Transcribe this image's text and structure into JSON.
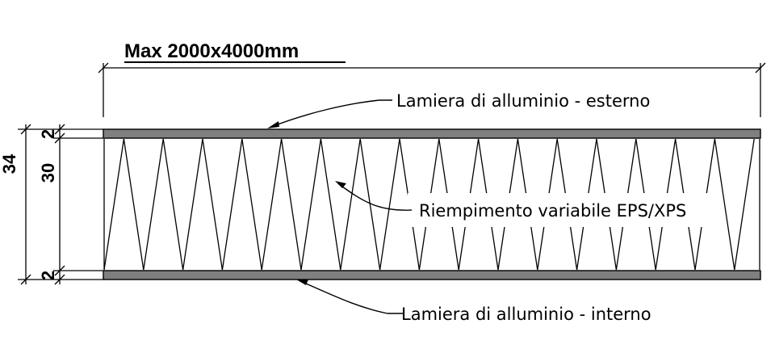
{
  "title": "Max 2000x4000mm",
  "labels": {
    "top_sheet": "Lamiera di alluminio - esterno",
    "filling": "Riempimento variabile EPS/XPS",
    "bottom_sheet": "Lamiera di alluminio - interno"
  },
  "dimensions": {
    "total": "34",
    "core": "30",
    "top_skin": "2",
    "bottom_skin": "2"
  },
  "colors": {
    "sheet_fill": "#7f7f7f",
    "line": "#000000",
    "background": "#ffffff"
  }
}
